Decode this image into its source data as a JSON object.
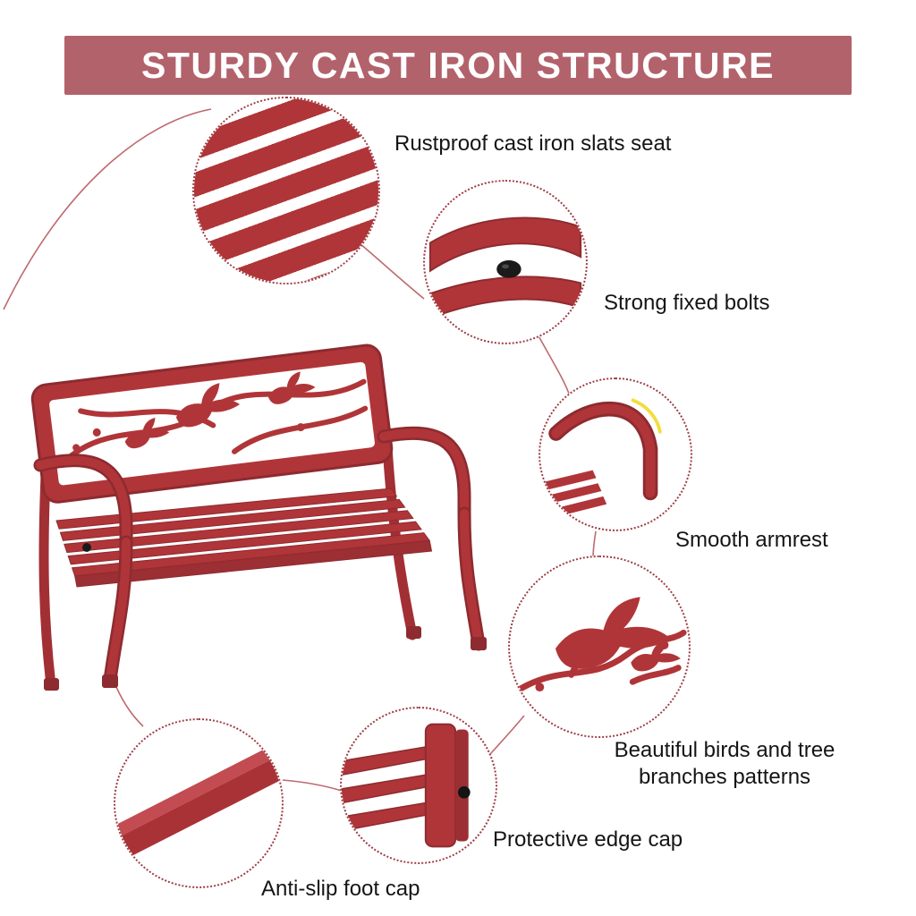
{
  "banner": {
    "title": "STURDY CAST IRON STRUCTURE"
  },
  "colors": {
    "banner_bg": "#b2626b",
    "bench_red": "#b03538",
    "bench_red_dark": "#8d2b30",
    "bench_red_shadow": "#9c2f33",
    "dotted_circle_border": "#9e3d44",
    "label_text": "#151515",
    "highlight_yellow": "#f3dd3f",
    "bolt_black": "#1a1a1a",
    "background": "#ffffff"
  },
  "product": {
    "name": "Red cast iron garden bench illustration"
  },
  "callouts": {
    "slats_seat": {
      "label": "Rustproof cast iron slats seat"
    },
    "fixed_bolts": {
      "label": "Strong fixed bolts"
    },
    "armrest": {
      "label": "Smooth armrest"
    },
    "bird_pattern": {
      "label": "Beautiful birds and tree branches patterns"
    },
    "edge_cap": {
      "label": "Protective edge cap"
    },
    "foot_cap": {
      "label": "Anti-slip foot cap"
    }
  }
}
